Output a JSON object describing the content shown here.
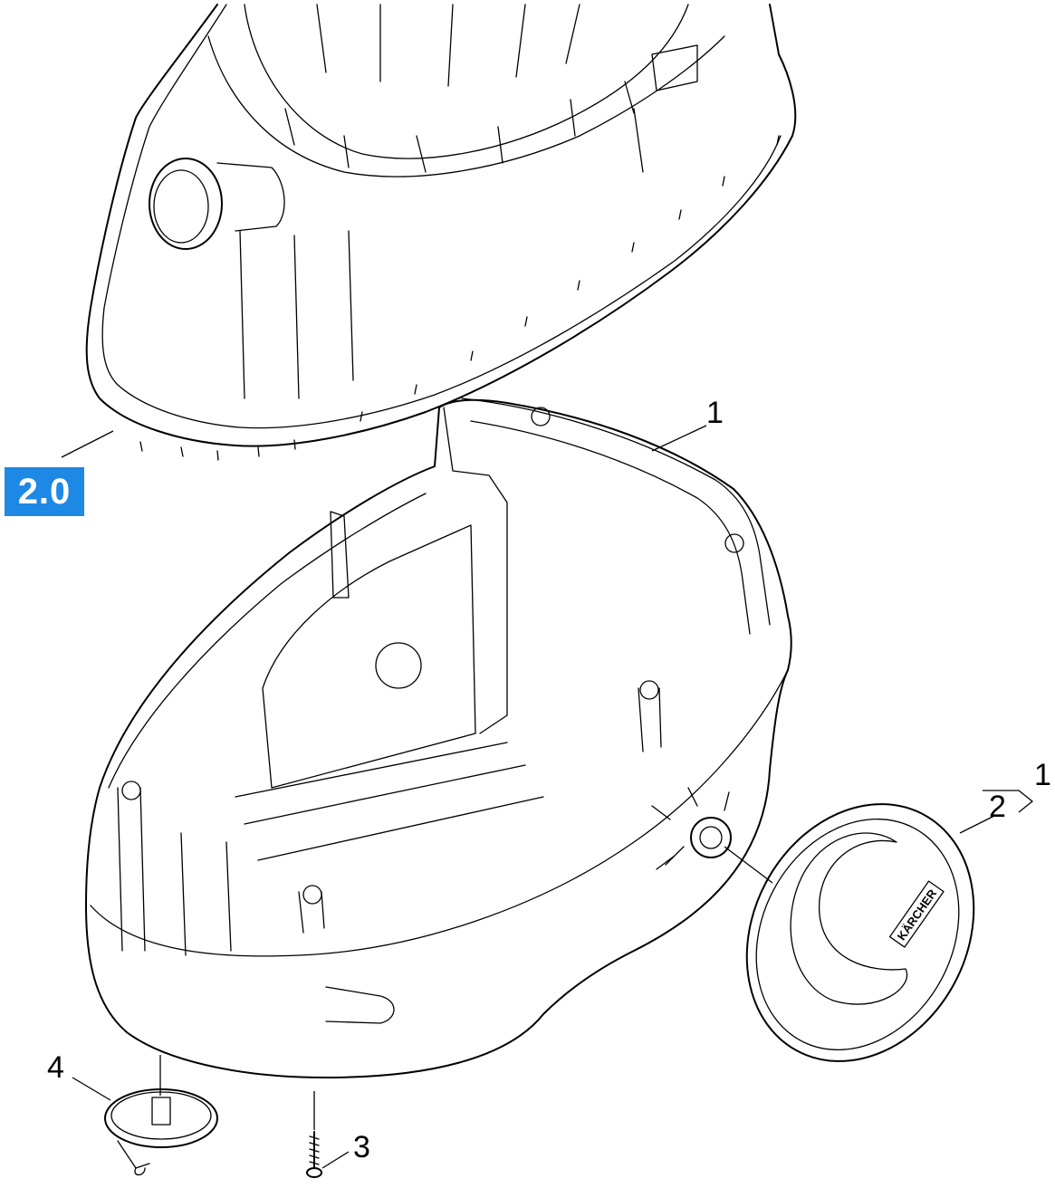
{
  "section": {
    "label": "2.0",
    "color": "#1e88e5"
  },
  "callouts": [
    {
      "id": "housing",
      "label": "1"
    },
    {
      "id": "wheel-group",
      "label": "1"
    },
    {
      "id": "wheel-cap",
      "label": "2"
    },
    {
      "id": "screw",
      "label": "3"
    },
    {
      "id": "castor",
      "label": "4"
    }
  ],
  "wheel": {
    "brand_text": "KÄRCHER"
  }
}
